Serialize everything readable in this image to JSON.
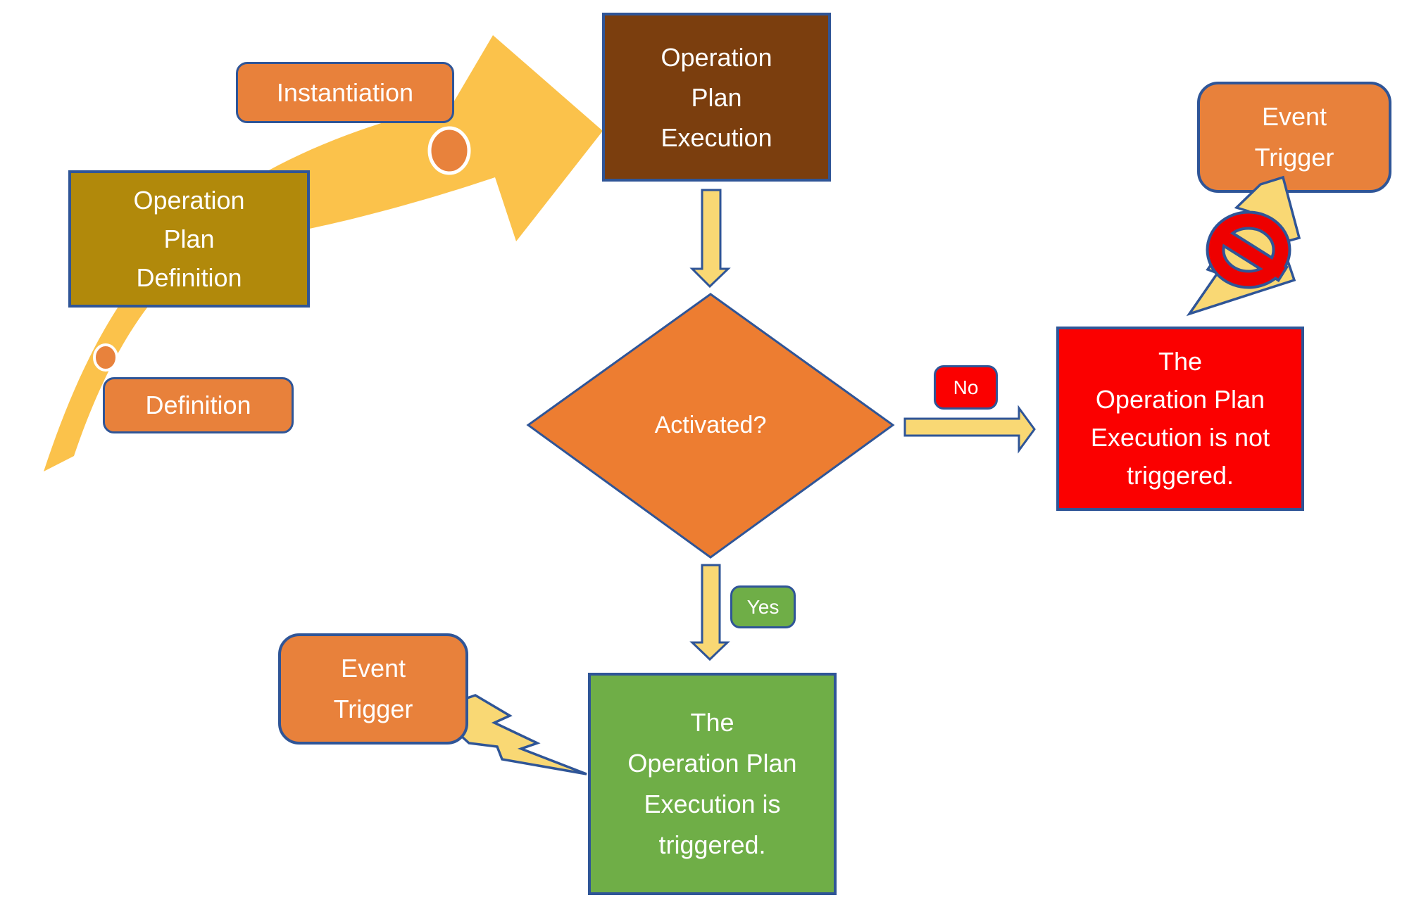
{
  "colors": {
    "orange_label": "#E8813B",
    "dark_yellow_box": "#B1890B",
    "brown_box": "#7B3E0E",
    "diamond_orange": "#ED7D31",
    "red_box": "#FB0000",
    "green_box": "#6FAE47",
    "arrow_yellow": "#F9D874",
    "swoosh_gold": "#FBC24B",
    "border_blue": "#2F5597",
    "prohibition_red": "#EE0000",
    "text": "#FFFFFF"
  },
  "icons": {
    "curved_arrow": "curved-swoosh-arrow-icon",
    "lightning_bolt": "lightning-bolt-icon",
    "no_symbol": "prohibition-icon"
  },
  "nodes": {
    "instantiation_label": {
      "text": "Instantiation"
    },
    "operation_plan_definition": {
      "lines": [
        "Operation",
        "Plan",
        "Definition"
      ]
    },
    "definition_label": {
      "text": "Definition"
    },
    "operation_plan_execution": {
      "lines": [
        "Operation",
        "Plan",
        "Execution"
      ]
    },
    "activated_decision": {
      "text": "Activated?"
    },
    "no_branch_label": {
      "text": "No"
    },
    "execution_not_triggered": {
      "lines": [
        "The",
        "Operation Plan",
        "Execution is not",
        "triggered."
      ]
    },
    "yes_branch_label": {
      "text": "Yes"
    },
    "execution_triggered": {
      "lines": [
        "The",
        "Operation Plan",
        "Execution is",
        "triggered."
      ]
    },
    "event_trigger_top": {
      "lines": [
        "Event",
        "Trigger"
      ]
    },
    "event_trigger_bottom": {
      "lines": [
        "Event",
        "Trigger"
      ]
    }
  },
  "edges": [
    {
      "from": "Operation Plan Definition",
      "to": "Operation Plan Execution",
      "label": "Instantiation"
    },
    {
      "from": "Operation Plan Execution",
      "to": "Activated?"
    },
    {
      "from": "Activated?",
      "to": "The Operation Plan Execution is not triggered.",
      "label": "No"
    },
    {
      "from": "Activated?",
      "to": "The Operation Plan Execution is triggered.",
      "label": "Yes"
    },
    {
      "from": "Event Trigger",
      "to": "The Operation Plan Execution is triggered."
    },
    {
      "from": "Event Trigger",
      "to": "The Operation Plan Execution is not triggered.",
      "blocked": true
    }
  ]
}
